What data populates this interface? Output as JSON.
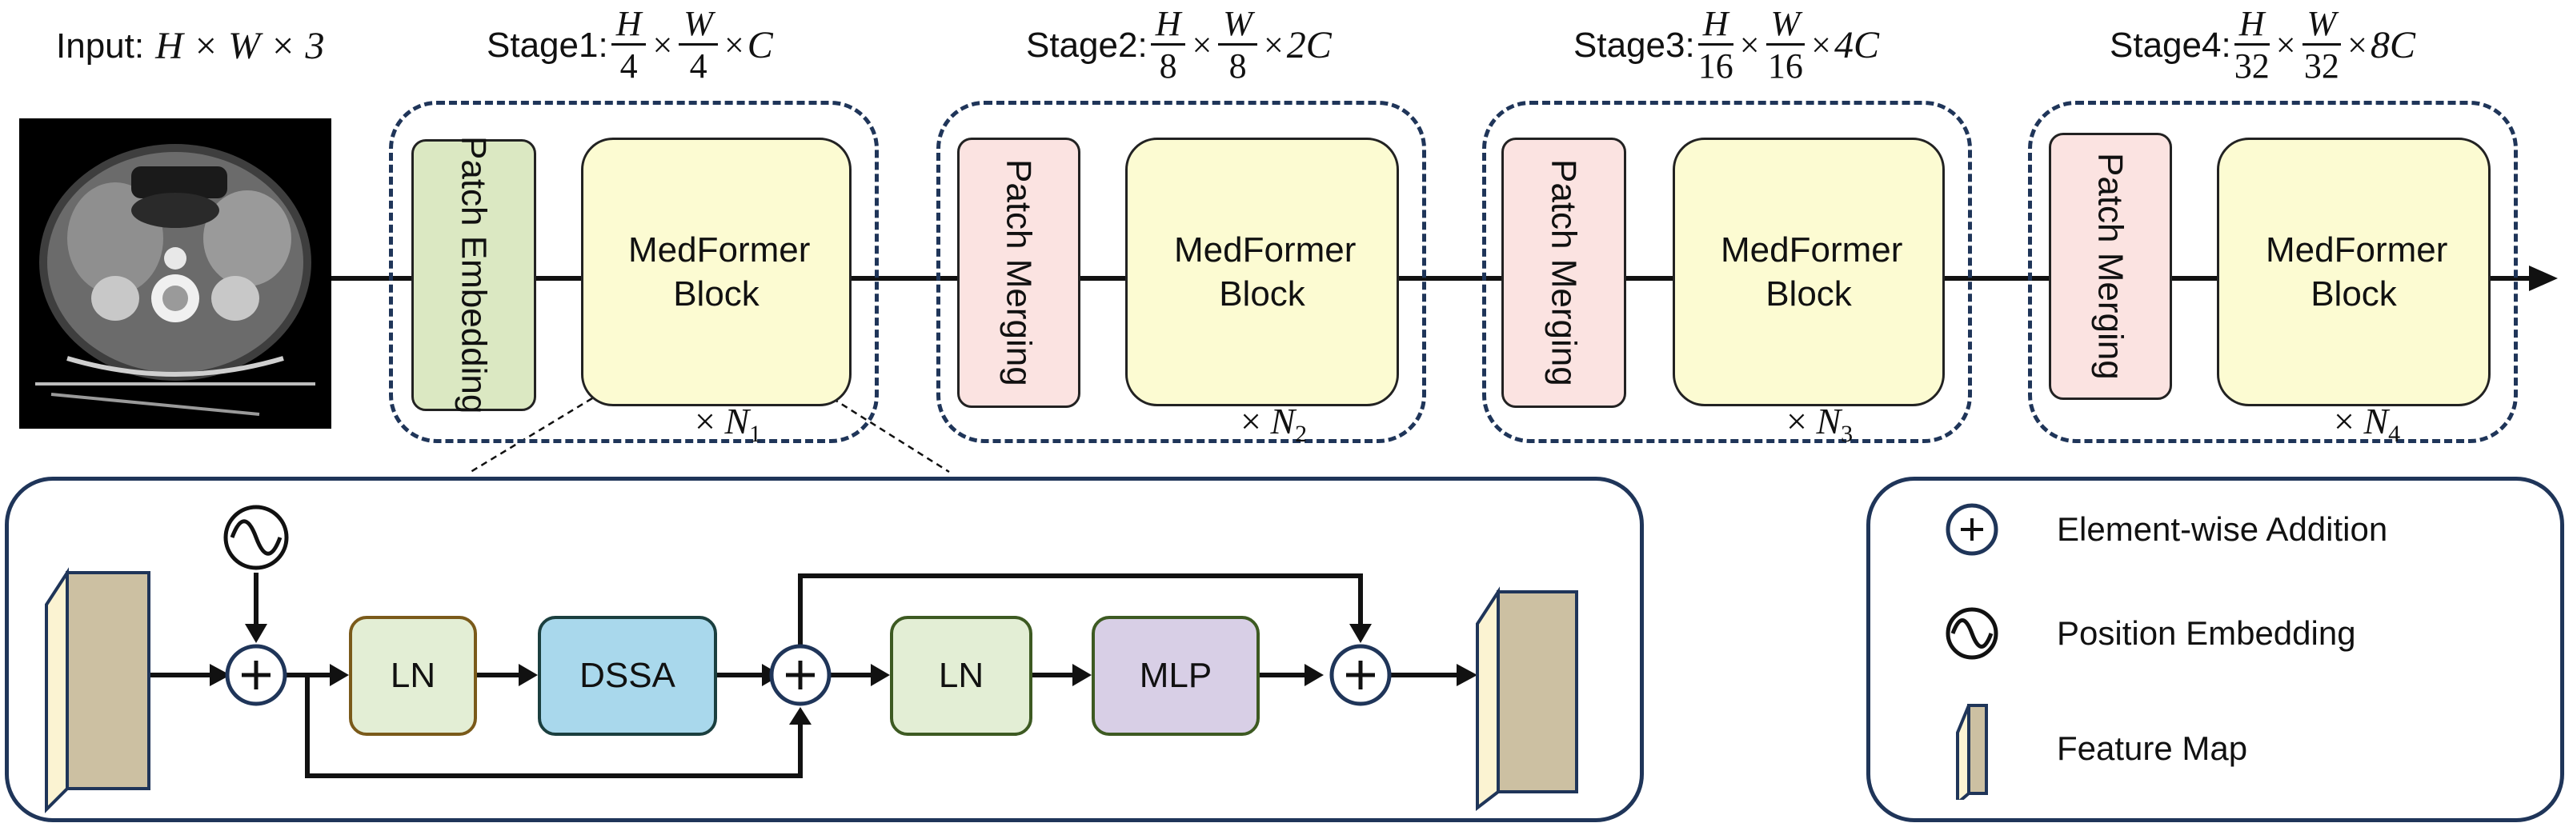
{
  "input_label": {
    "text": "Input:",
    "expr": "H × W × 3"
  },
  "stages": [
    {
      "label": "Stage1:",
      "frac_h": "H",
      "den_h": "4",
      "frac_w": "W",
      "den_w": "4",
      "channels": "C",
      "first_block": "Patch Embedding",
      "block": "MedFormer Block",
      "n": "N",
      "n_sub": "1"
    },
    {
      "label": "Stage2:",
      "frac_h": "H",
      "den_h": "8",
      "frac_w": "W",
      "den_w": "8",
      "channels": "2C",
      "first_block": "Patch Merging",
      "block": "MedFormer Block",
      "n": "N",
      "n_sub": "2"
    },
    {
      "label": "Stage3:",
      "frac_h": "H",
      "den_h": "16",
      "frac_w": "W",
      "den_w": "16",
      "channels": "4C",
      "first_block": "Patch Merging",
      "block": "MedFormer Block",
      "n": "N",
      "n_sub": "3"
    },
    {
      "label": "Stage4:",
      "frac_h": "H",
      "den_h": "32",
      "frac_w": "W",
      "den_w": "32",
      "channels": "8C",
      "first_block": "Patch Merging",
      "block": "MedFormer Block",
      "n": "N",
      "n_sub": "4"
    }
  ],
  "detail": {
    "ops": [
      "LN",
      "DSSA",
      "LN",
      "MLP"
    ],
    "colors": {
      "ln1": "#7a5a1a",
      "dssa": "#1b3f3f",
      "ln2": "#3d5a22",
      "mlp": "#3d5a22"
    }
  },
  "legend": {
    "items": [
      "Element-wise Addition",
      "Position Embedding",
      "Feature Map"
    ]
  },
  "colors": {
    "dash_border": "#1f3559",
    "patch_embedding": "#dbe8c2",
    "patch_merging": "#fbe3e1",
    "medformer": "#fcfbd2",
    "ln_fill": "#e3eed5",
    "dssa_fill": "#a9d8ec",
    "mlp_fill": "#d8cfe6",
    "feature_face": "#ccc0a2",
    "feature_side": "#fbf3d2"
  }
}
